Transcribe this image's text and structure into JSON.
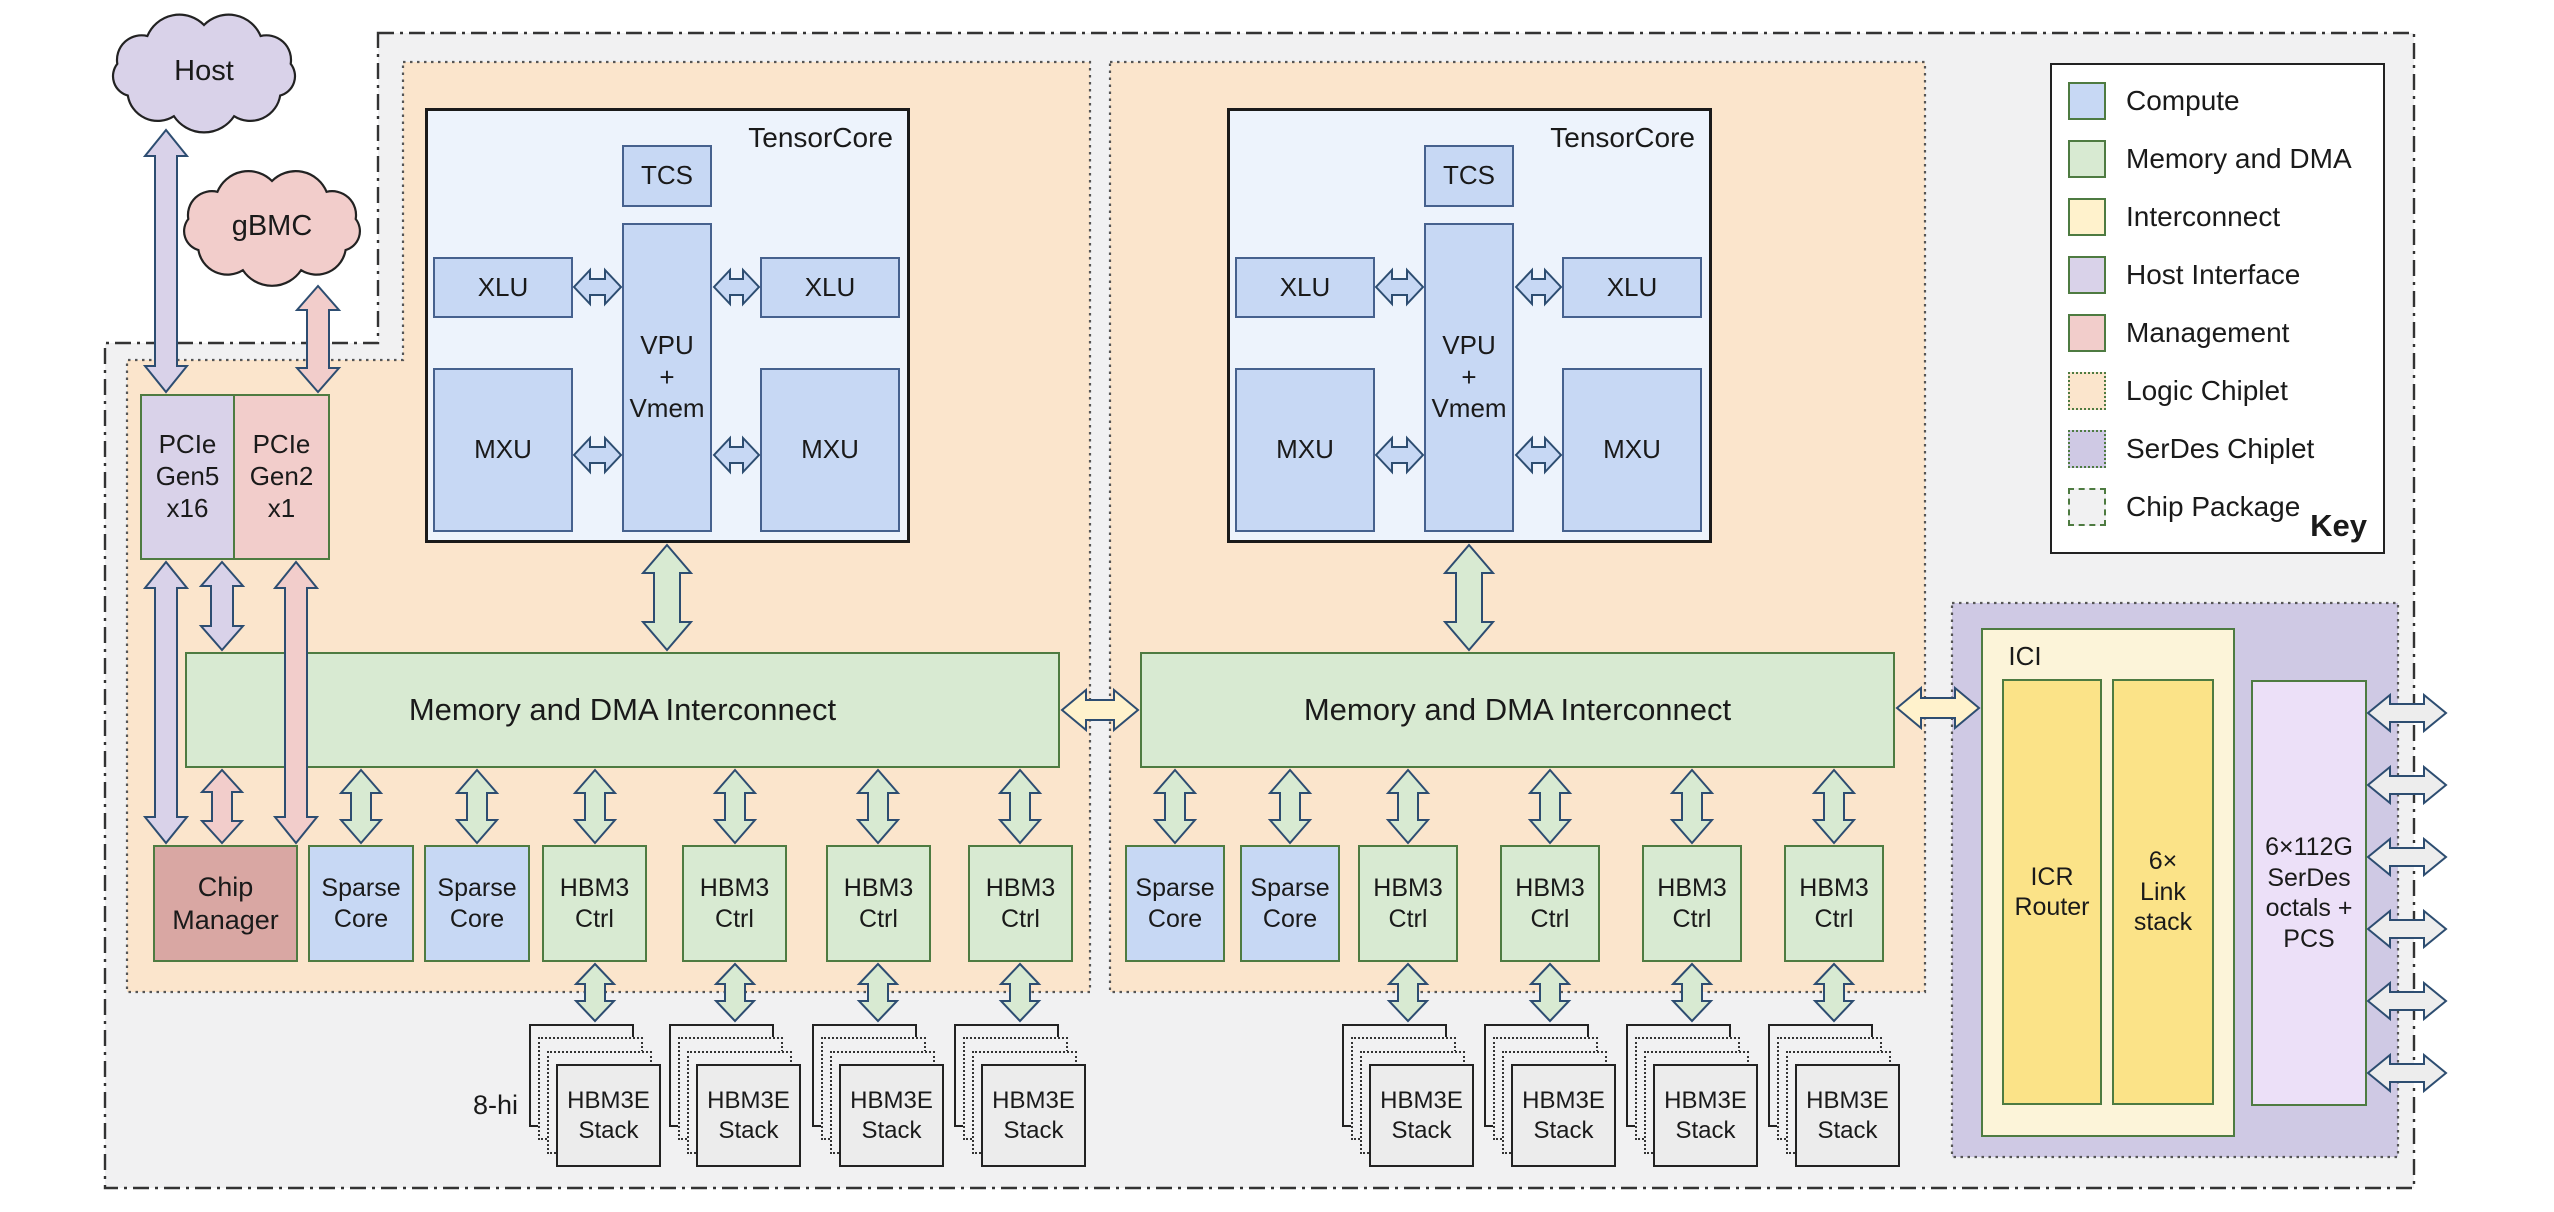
{
  "clouds": {
    "host": "Host",
    "gbmc": "gBMC"
  },
  "pcie": {
    "gen5": [
      "PCIe",
      "Gen5",
      "x16"
    ],
    "gen2": [
      "PCIe",
      "Gen2",
      "x1"
    ]
  },
  "tensorcore": {
    "label": "TensorCore",
    "tcs": "TCS",
    "vpu": [
      "VPU",
      "+",
      "Vmem"
    ],
    "xlu": "XLU",
    "mxu": "MXU"
  },
  "interconnect_label": "Memory and DMA Interconnect",
  "chip_manager": [
    "Chip",
    "Manager"
  ],
  "sparse_core": [
    "Sparse",
    "Core"
  ],
  "hbm3_ctrl": [
    "HBM3",
    "Ctrl"
  ],
  "hbm3e_stack": [
    "HBM3E",
    "Stack"
  ],
  "stack_height_label": "8-hi",
  "ici": {
    "label": "ICI",
    "icr_router": [
      "ICR",
      "Router"
    ],
    "link_stack": [
      "6×",
      "Link",
      "stack"
    ]
  },
  "serdes": [
    "6×112G",
    "SerDes",
    "octals +",
    "PCS"
  ],
  "legend": {
    "title": "Key",
    "items": [
      {
        "label": "Compute",
        "swatch": "compute"
      },
      {
        "label": "Memory and DMA",
        "swatch": "memory"
      },
      {
        "label": "Interconnect",
        "swatch": "interconnect"
      },
      {
        "label": "Host Interface",
        "swatch": "host"
      },
      {
        "label": "Management",
        "swatch": "management"
      },
      {
        "label": "Logic Chiplet",
        "swatch": "logic-chiplet"
      },
      {
        "label": "SerDes Chiplet",
        "swatch": "serdes-chiplet"
      },
      {
        "label": "Chip Package",
        "swatch": "chip-package"
      }
    ]
  },
  "colors": {
    "compute": "#c7d8f4",
    "memory_dma": "#d8ead2",
    "interconnect": "#fff2cc",
    "interconnect_dark": "#fbe388",
    "host_interface": "#d9d2e9",
    "management": "#f2cdcb",
    "chip_manager": "#d9a7a3",
    "logic_chiplet": "#fbe5cc",
    "serdes_chiplet": "#cfc9e4",
    "serdes_block": "#ece0f8",
    "chip_package": "#f1f1f2",
    "arrow_stroke": "#2d4d71",
    "border_green": "#4e7b41"
  }
}
